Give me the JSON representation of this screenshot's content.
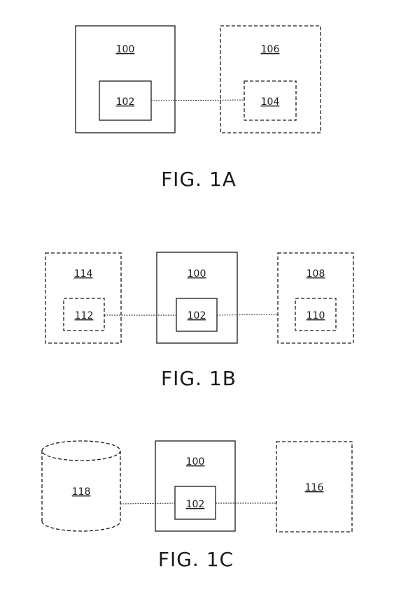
{
  "fig1a": {
    "caption": "FIG. 1A",
    "device_outer": "100",
    "device_inner": "102",
    "remote_outer": "106",
    "remote_inner": "104"
  },
  "fig1b": {
    "caption": "FIG. 1B",
    "left_outer": "114",
    "left_inner": "112",
    "center_outer": "100",
    "center_inner": "102",
    "right_outer": "108",
    "right_inner": "110"
  },
  "fig1c": {
    "caption": "FIG. 1C",
    "database": "118",
    "center_outer": "100",
    "center_inner": "102",
    "right_box": "116"
  }
}
